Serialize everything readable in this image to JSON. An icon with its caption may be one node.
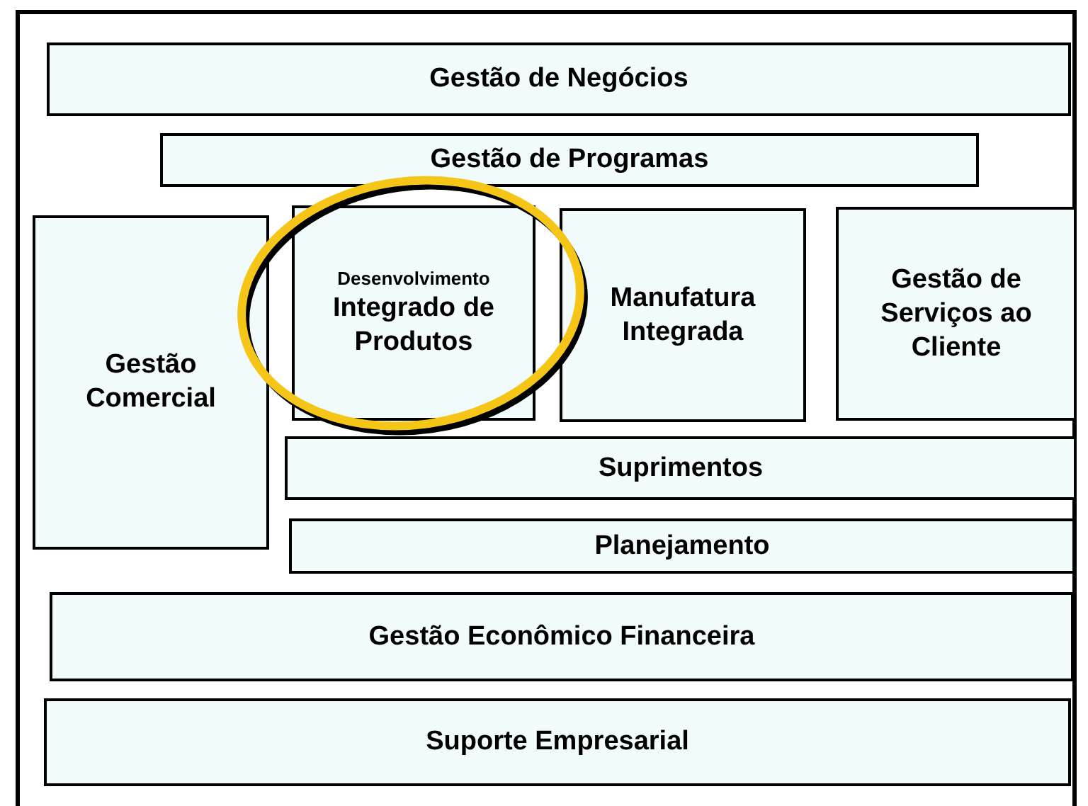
{
  "diagram": {
    "nodes": [
      {
        "text": [
          "Gestão de Negócios"
        ]
      },
      {
        "text": [
          "Gestão de Programas"
        ]
      },
      {
        "text": [
          "Gestão Comercial"
        ]
      },
      {
        "text": [
          "Desenvolvimento",
          "Integrado de Produtos"
        ]
      },
      {
        "text": [
          "Manufatura Integrada"
        ]
      },
      {
        "text": [
          "Gestão de Serviços ao Cliente"
        ]
      },
      {
        "text": [
          "Suprimentos"
        ]
      },
      {
        "text": [
          "Planejamento"
        ]
      },
      {
        "text": [
          "Gestão Econômico Financeira"
        ]
      },
      {
        "text": [
          "Suporte Empresarial"
        ]
      }
    ],
    "edges": []
  }
}
